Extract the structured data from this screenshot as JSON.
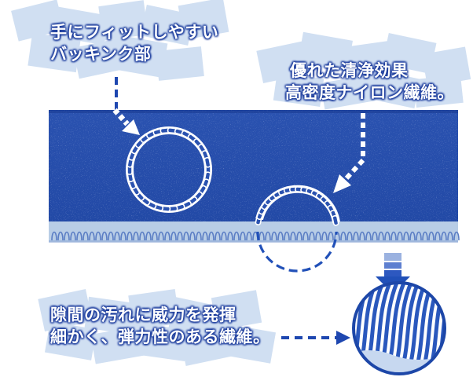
{
  "callouts": {
    "backing": {
      "line1": "手にフィットしやすい",
      "line2": "バッキンク部"
    },
    "nylon": {
      "line1": "優れた清浄効果",
      "line2": "高密度ナイロン繊維。"
    },
    "fiber": {
      "line1": "隙間の汚れに威力を発揮",
      "line2": "細かく、弾力性のある繊維。"
    }
  },
  "colors": {
    "pad_blue": "#2c55b4",
    "pad_dark": "#1d3f96",
    "label_outline": "#1c3c9c",
    "paper_tile": "#c5d7ee",
    "dash": "#1e47b0"
  }
}
